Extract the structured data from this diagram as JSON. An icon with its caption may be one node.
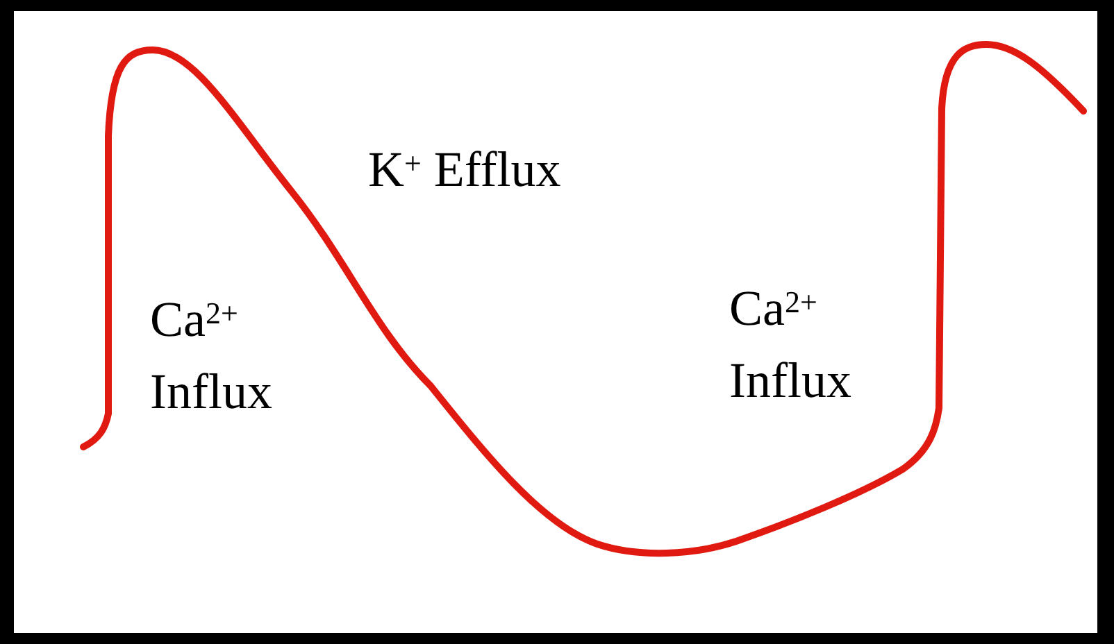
{
  "diagram": {
    "labels": [
      "Ca$^{2+}$ Influx",
      "K$^{+}$ Efflux",
      "Ca$^{2+}$ Influx"
    ]
  }
}
